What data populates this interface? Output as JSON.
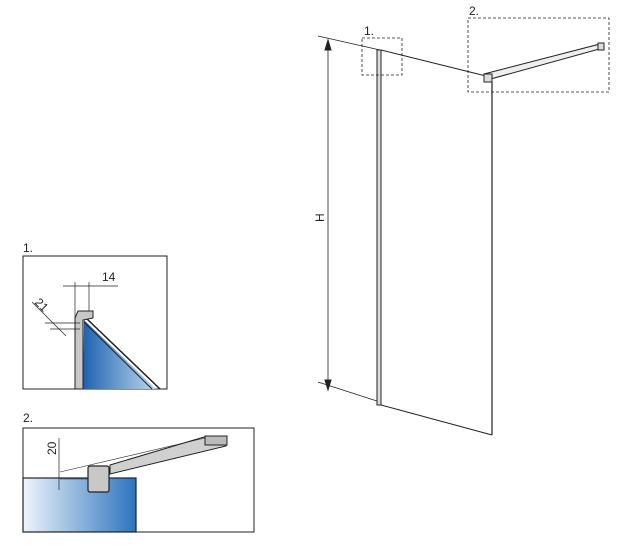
{
  "main": {
    "callout_1": "1.",
    "callout_2": "2.",
    "height_label": "H"
  },
  "detail_1": {
    "label": "1.",
    "width_dim": "14",
    "depth_dim": "21"
  },
  "detail_2": {
    "label": "2.",
    "offset_dim": "20"
  },
  "colors": {
    "glass": "#2f78c0",
    "glass_light": "#e8f1fa",
    "profile": "#c8c8c8",
    "line": "#222222"
  }
}
